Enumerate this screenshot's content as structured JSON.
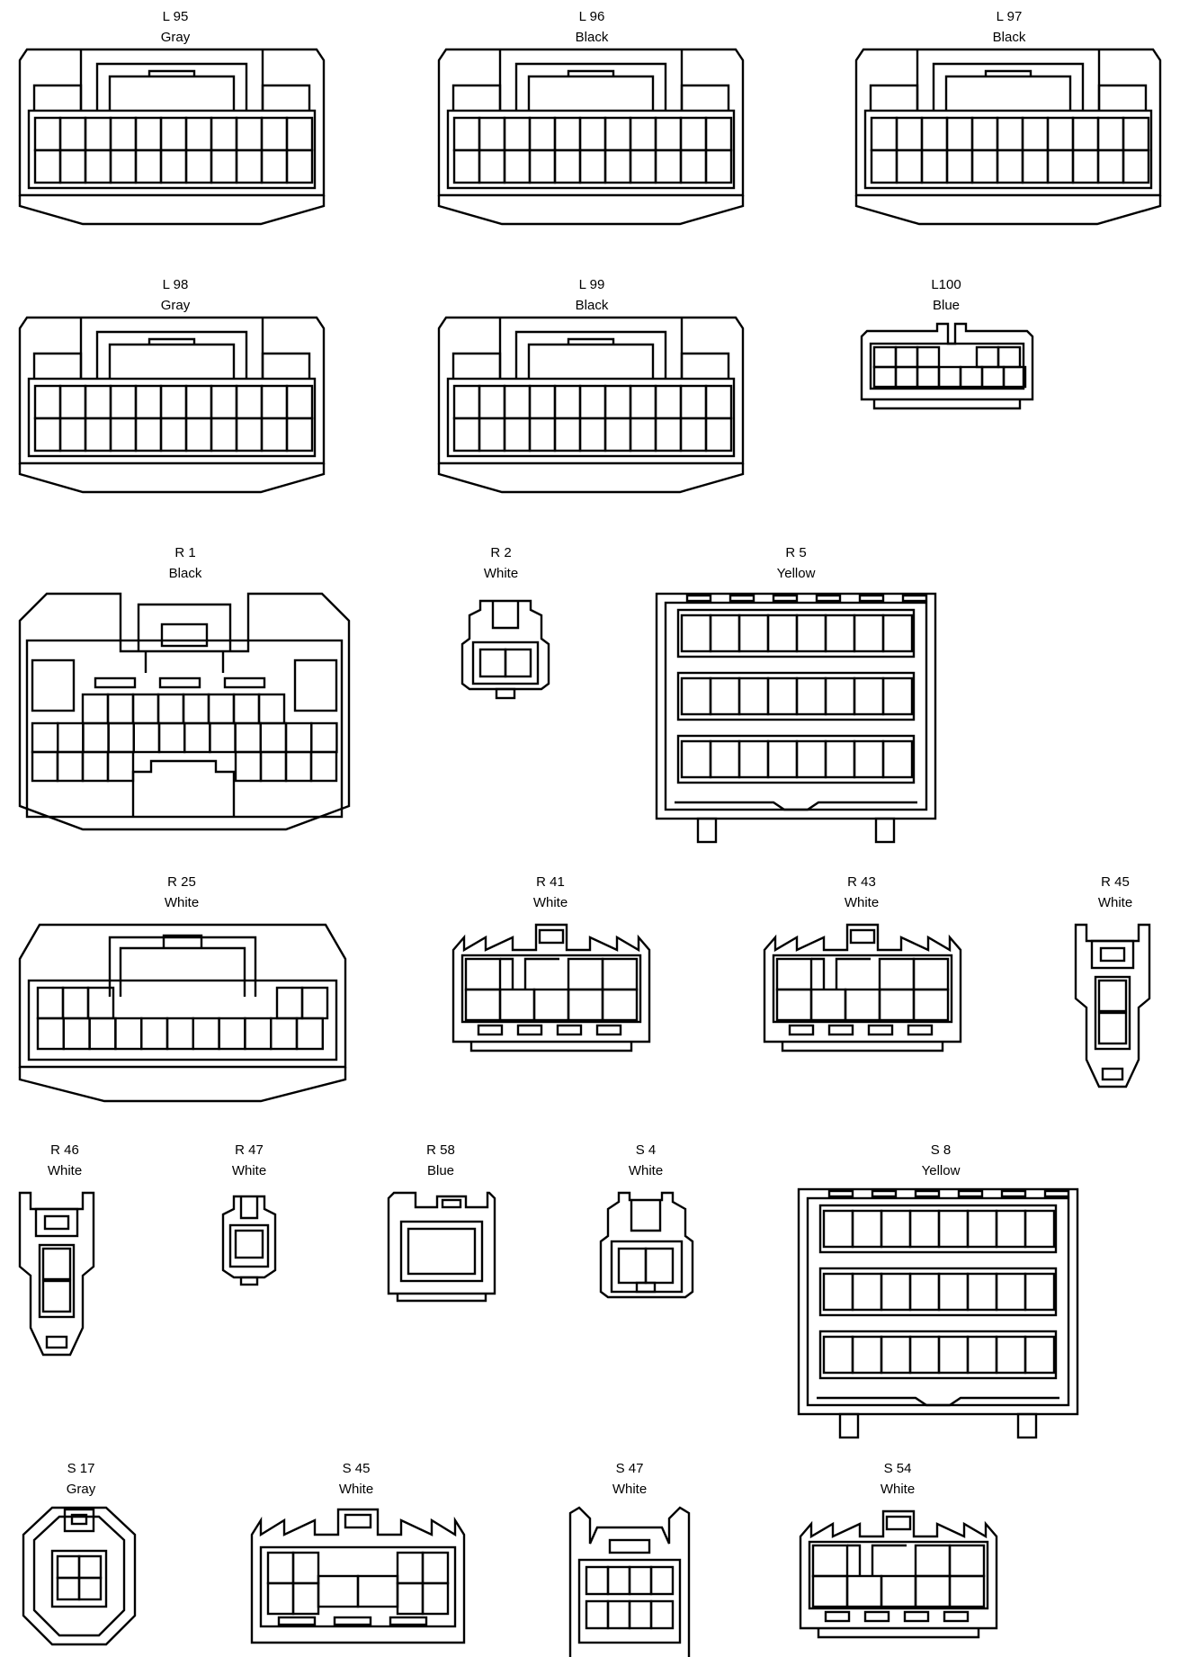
{
  "connectors": [
    {
      "id": "L 95",
      "color": "Gray",
      "pins": [
        "1",
        "2",
        "3",
        "4",
        "5",
        "6",
        "7",
        "8",
        "9",
        "10",
        "11",
        "12",
        "13",
        "14",
        "15",
        "16",
        "17",
        "18",
        "19",
        "20",
        "21",
        "22"
      ]
    },
    {
      "id": "L 96",
      "color": "Black",
      "pins": [
        "1",
        "2",
        "3",
        "4",
        "5",
        "6",
        "7",
        "8",
        "9",
        "10",
        "11",
        "12",
        "13",
        "14",
        "15",
        "16",
        "17",
        "18",
        "19",
        "20",
        "21",
        "22"
      ]
    },
    {
      "id": "L 97",
      "color": "Black",
      "pins": [
        "1",
        "2",
        "3",
        "4",
        "5",
        "6",
        "7",
        "8",
        "9",
        "10",
        "11",
        "12",
        "13",
        "14",
        "15",
        "16",
        "17",
        "18",
        "19",
        "20",
        "21",
        "22"
      ]
    },
    {
      "id": "L 98",
      "color": "Gray",
      "pins": [
        "1",
        "2",
        "3",
        "4",
        "5",
        "6",
        "7",
        "8",
        "9",
        "10",
        "11",
        "12",
        "13",
        "14",
        "15",
        "16",
        "17",
        "18",
        "19",
        "20",
        "21",
        "22"
      ]
    },
    {
      "id": "L 99",
      "color": "Black",
      "pins": [
        "1",
        "2",
        "3",
        "4",
        "5",
        "6",
        "7",
        "8",
        "9",
        "10",
        "11",
        "12",
        "13",
        "14",
        "15",
        "16",
        "17",
        "18",
        "19",
        "20",
        "21",
        "22"
      ]
    },
    {
      "id": "L100",
      "color": "Blue",
      "pins": [
        "1",
        "2",
        "3",
        "4",
        "5",
        "6",
        "7",
        "8",
        "9",
        "10",
        "11",
        "12"
      ]
    },
    {
      "id": "R 1",
      "color": "Black",
      "pins": [
        "1",
        "2",
        "3",
        "4",
        "5",
        "6",
        "7",
        "8",
        "9",
        "10",
        "11",
        "12",
        "13",
        "14",
        "15",
        "16",
        "17",
        "18",
        "19",
        "20",
        "21",
        "22",
        "23",
        "24",
        "25",
        "26",
        "27",
        "28",
        "29",
        "30"
      ]
    },
    {
      "id": "R 2",
      "color": "White",
      "pins": [
        "1",
        "2"
      ]
    },
    {
      "id": "R 5",
      "color": "Yellow",
      "pins": [
        "1",
        "2",
        "3",
        "4",
        "5",
        "6",
        "7",
        "8",
        "9",
        "10",
        "11",
        "12",
        "13",
        "14",
        "15",
        "16",
        "17",
        "18",
        "19",
        "20",
        "21",
        "22",
        "23",
        "24"
      ]
    },
    {
      "id": "R 25",
      "color": "White",
      "pins": [
        "1",
        "2",
        "3",
        "4",
        "5",
        "6",
        "7",
        "8",
        "9",
        "10",
        "11",
        "12",
        "13",
        "14",
        "15",
        "16"
      ]
    },
    {
      "id": "R 41",
      "color": "White",
      "pins": [
        "1",
        "2",
        "3",
        "4",
        "5",
        "6",
        "7",
        "8"
      ]
    },
    {
      "id": "R 43",
      "color": "White",
      "pins": [
        "1",
        "2",
        "3",
        "4",
        "5",
        "6",
        "7",
        "8"
      ]
    },
    {
      "id": "R 45",
      "color": "White",
      "pins": [
        "1",
        "2"
      ]
    },
    {
      "id": "R 46",
      "color": "White",
      "pins": [
        "1",
        "2"
      ]
    },
    {
      "id": "R 47",
      "color": "White",
      "pins": [
        "1"
      ]
    },
    {
      "id": "R 58",
      "color": "Blue",
      "pins": [
        "1"
      ]
    },
    {
      "id": "S 4",
      "color": "White",
      "pins": [
        "1",
        "2"
      ]
    },
    {
      "id": "S 8",
      "color": "Yellow",
      "pins": [
        "1",
        "2",
        "3",
        "4",
        "5",
        "6",
        "7",
        "8",
        "9",
        "10",
        "11",
        "12",
        "13",
        "14",
        "15",
        "16",
        "17",
        "18",
        "19",
        "20",
        "21",
        "22",
        "23",
        "24"
      ]
    },
    {
      "id": "S 17",
      "color": "Gray",
      "pins": [
        "1",
        "2",
        "3",
        "4"
      ]
    },
    {
      "id": "S 45",
      "color": "White",
      "pins": [
        "1",
        "2",
        "3",
        "4",
        "5",
        "6",
        "7",
        "8",
        "9",
        "10"
      ]
    },
    {
      "id": "S 47",
      "color": "White",
      "pins": [
        "1",
        "2",
        "3",
        "4",
        "5",
        "6",
        "7",
        "8"
      ]
    },
    {
      "id": "S 54",
      "color": "White",
      "pins": [
        "1",
        "2",
        "3",
        "4",
        "5",
        "6",
        "7",
        "8"
      ]
    }
  ]
}
